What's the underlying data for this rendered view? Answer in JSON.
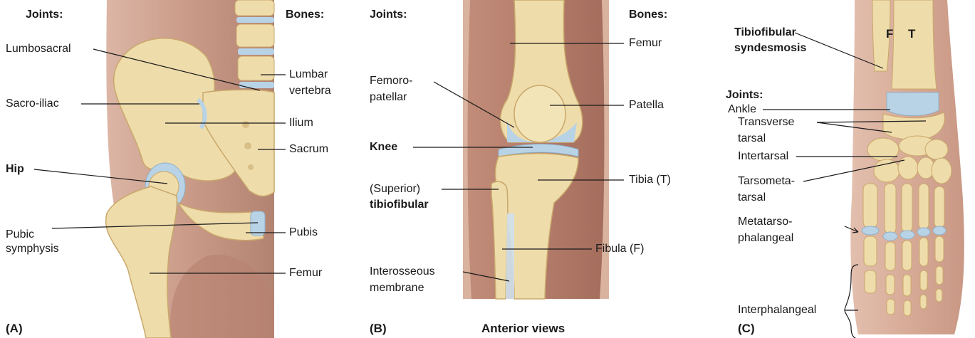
{
  "footer_title": "Anterior views",
  "panels": {
    "A": {
      "tag": "(A)",
      "joints_heading": "Joints:",
      "bones_heading": "Bones:",
      "joints": {
        "lumbosacral": "Lumbosacral",
        "sacroiliac": "Sacro-iliac",
        "hip": "Hip",
        "pubic_symphysis_1": "Pubic",
        "pubic_symphysis_2": "symphysis"
      },
      "bones": {
        "lumbar_1": "Lumbar",
        "lumbar_2": "vertebra",
        "ilium": "Ilium",
        "sacrum": "Sacrum",
        "pubis": "Pubis",
        "femur": "Femur"
      }
    },
    "B": {
      "tag": "(B)",
      "joints_heading": "Joints:",
      "bones_heading": "Bones:",
      "joints": {
        "femoropatellar_1": "Femoro-",
        "femoropatellar_2": "patellar",
        "knee": "Knee",
        "tibiofibular_1": "(Superior)",
        "tibiofibular_2": "tibiofibular",
        "interosseous_1": "Interosseous",
        "interosseous_2": "membrane"
      },
      "bones": {
        "femur": "Femur",
        "patella": "Patella",
        "tibia": "Tibia (T)",
        "fibula": "Fibula (F)"
      }
    },
    "C": {
      "tag": "(C)",
      "letter_f": "F",
      "letter_t": "T",
      "syndesmosis_1": "Tibiofibular",
      "syndesmosis_2": "syndesmosis",
      "joints_heading": "Joints:",
      "joints": {
        "ankle": "Ankle",
        "transverse_1": "Transverse",
        "transverse_2": "tarsal",
        "intertarsal": "Intertarsal",
        "tarsometa_1": "Tarsometa-",
        "tarsometa_2": "tarsal",
        "metatarso_1": "Metatarso-",
        "metatarso_2": "phalangeal",
        "interphalangeal": "Interphalangeal"
      }
    }
  },
  "colors": {
    "bone": "#efdcab",
    "bone_edge": "#c9a86a",
    "cartilage": "#b9d3e6",
    "skin": "#c99a87",
    "skin_dark": "#a8776a",
    "leader": "#1a1a1a"
  }
}
